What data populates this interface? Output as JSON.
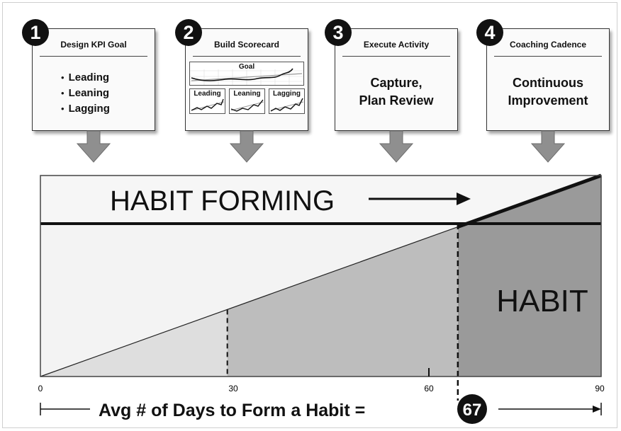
{
  "steps": [
    {
      "number": "1",
      "title": "Design KPI Goal",
      "bullets": [
        "Leading",
        "Leaning",
        "Lagging"
      ]
    },
    {
      "number": "2",
      "title": "Build Scorecard",
      "scorecard": {
        "goal_label": "Goal",
        "panels": [
          "Leading",
          "Leaning",
          "Lagging"
        ]
      }
    },
    {
      "number": "3",
      "title": "Execute Activity",
      "body_lines": [
        "Capture,",
        "Plan Review"
      ]
    },
    {
      "number": "4",
      "title": "Coaching Cadence",
      "body_lines": [
        "Continuous",
        "Improvement"
      ]
    }
  ],
  "diagram": {
    "band_label": "HABIT FORMING",
    "region_label": "HABIT",
    "axis": {
      "min": 0,
      "max": 90,
      "ticks": [
        "0",
        "30",
        "60",
        "90"
      ]
    },
    "marker_day": 67,
    "dashed_day": 30,
    "footer": {
      "text": "Avg # of Days to Form a Habit  =",
      "value": "67"
    }
  },
  "colors": {
    "band": "#f6f6f6",
    "light_fill": "#f3f3f3",
    "triangle_0_30": "#dedede",
    "triangle_30_67": "#bdbdbd",
    "habit_fill": "#9a9a9a",
    "arrow_fill": "#8f8f8f"
  }
}
